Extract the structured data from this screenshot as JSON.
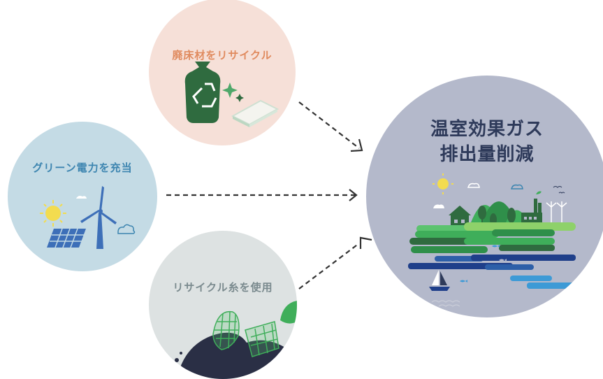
{
  "nodes": {
    "recycle_waste": {
      "label": "廃床材をリサイクル",
      "bg": "#f6e0d8",
      "text_color": "#e08a5e"
    },
    "green_power": {
      "label": "グリーン電力を充当",
      "bg": "#c4dbe5",
      "text_color": "#3d85b0"
    },
    "recycled_yarn": {
      "label": "リサイクル糸を使用",
      "bg": "#dde2e2",
      "text_color": "#7a8a8e"
    },
    "ghg_reduction": {
      "label_line1": "温室効果ガス",
      "label_line2": "排出量削減",
      "bg": "#b4b9cb",
      "text_color": "#2e3a5a"
    }
  },
  "arrow_color": "#333333"
}
